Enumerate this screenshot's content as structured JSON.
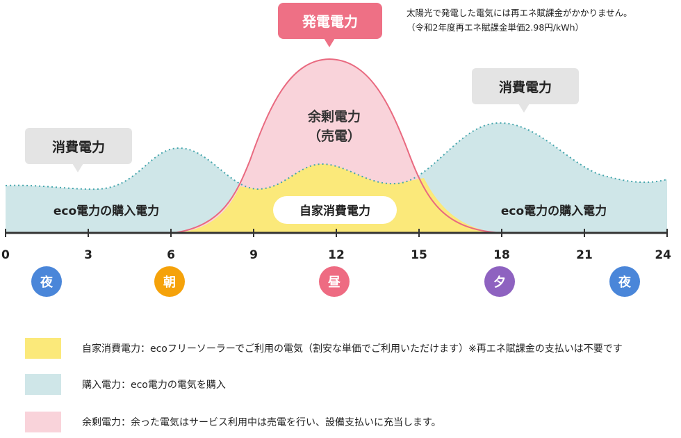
{
  "header": {
    "generation_label": "発電電力",
    "note_line1": "太陽光で発電した電気には再エネ賦課金がかかりません。",
    "note_line2": "（令和2年度再エネ賦課金単価2.98円/kWh）"
  },
  "bubbles": {
    "consumption_left": "消費電力",
    "consumption_right": "消費電力"
  },
  "regions": {
    "surplus_line1": "余剰電力",
    "surplus_line2": "（売電）",
    "self_consumption": "自家消費電力",
    "purchase_left": "eco電力の購入電力",
    "purchase_right": "eco電力の購入電力"
  },
  "axis": {
    "ticks": [
      "0",
      "3",
      "6",
      "9",
      "12",
      "15",
      "18",
      "21",
      "24"
    ]
  },
  "times": [
    {
      "label": "夜",
      "color": "#4a86d9"
    },
    {
      "label": "朝",
      "color": "#f5a20a"
    },
    {
      "label": "昼",
      "color": "#ee6b82"
    },
    {
      "label": "夕",
      "color": "#8e62c0"
    },
    {
      "label": "夜",
      "color": "#4a86d9"
    }
  ],
  "colors": {
    "self_consumption": "#fbe97a",
    "purchase": "#cfe6e8",
    "surplus": "#f9d3da",
    "generation_curve": "#e96a80",
    "consumption_curve": "#45a6ad",
    "bubble_gray": "#e4e4e4"
  },
  "legend": [
    {
      "text": "自家消費電力：ecoフリーソーラーでご利用の電気（割安な単価でご利用いただけます）※再エネ賦課金の支払いは不要です",
      "color": "#fbe97a"
    },
    {
      "text": "購入電力：eco電力の電気を購入",
      "color": "#cfe6e8"
    },
    {
      "text": "余剰電力：余った電気はサービス利用中は売電を行い、設備支払いに充当します。",
      "color": "#f9d3da"
    }
  ]
}
